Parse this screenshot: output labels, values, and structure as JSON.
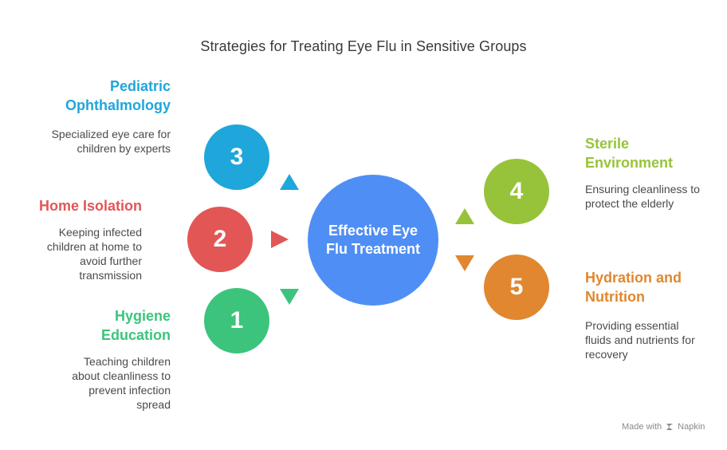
{
  "title": "Strategies for Treating Eye Flu in Sensitive Groups",
  "center": {
    "label": "Effective Eye Flu Treatment",
    "color": "#4f8ef5"
  },
  "items": [
    {
      "number": "1",
      "heading": "Hygiene Education",
      "description": "Teaching children about cleanliness to prevent infection spread",
      "color": "#3cc47c"
    },
    {
      "number": "2",
      "heading": "Home Isolation",
      "description": "Keeping infected children at home to avoid further transmission",
      "color": "#e35656"
    },
    {
      "number": "3",
      "heading": "Pediatric Ophthalmology",
      "description": "Specialized eye care for children by experts",
      "color": "#1fa6db"
    },
    {
      "number": "4",
      "heading": "Sterile Environment",
      "description": "Ensuring cleanliness to protect the elderly",
      "color": "#97c33a"
    },
    {
      "number": "5",
      "heading": "Hydration and Nutrition",
      "description": "Providing essential fluids and nutrients for recovery",
      "color": "#e0872f"
    }
  ],
  "footer": {
    "made_with": "Made with",
    "brand": "Napkin",
    "icon": "napkin-logo-icon"
  }
}
